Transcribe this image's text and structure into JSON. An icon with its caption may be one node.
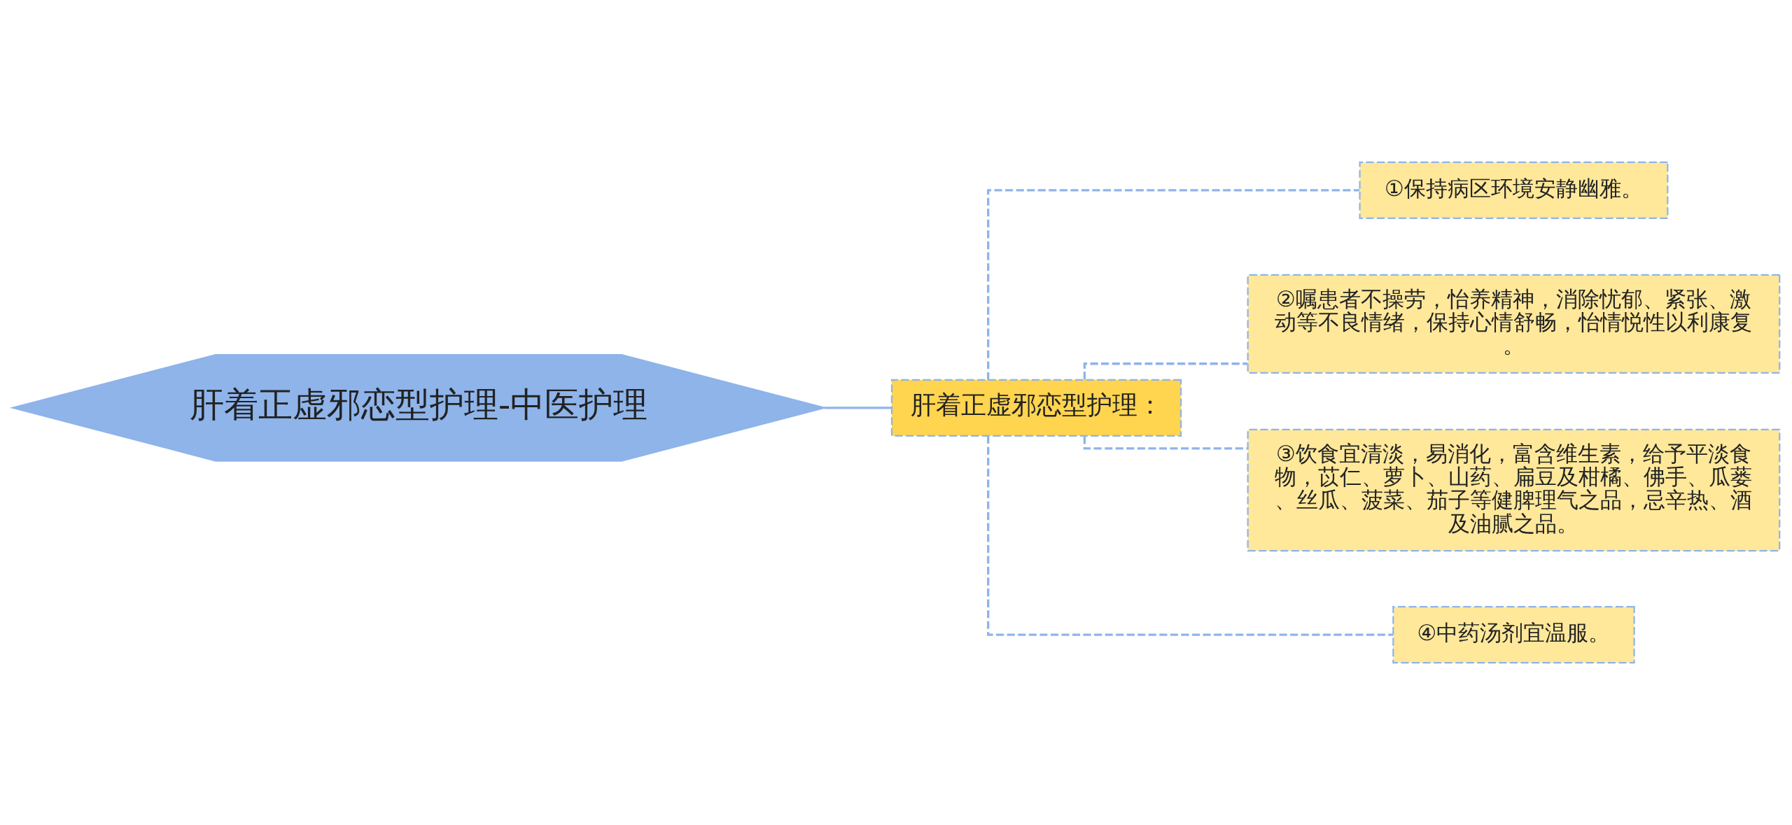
{
  "diagram": {
    "nodes": [
      {
        "text": [
          "肝着正虚邪恋型护理-中医护理"
        ]
      },
      {
        "text": [
          "肝着正虚邪恋型护理："
        ]
      },
      {
        "text": [
          "①保持病区环境安静幽雅。"
        ]
      },
      {
        "text": [
          "②嘱患者不操劳，怡养精神，消除忧郁、紧张、激动等不良情绪，保持心情舒畅，怡情悦性以利康复。"
        ]
      },
      {
        "text": [
          "③饮食宜清淡，易消化，富含维生素，给予平淡食物，苡仁、萝卜、山药、扁豆及柑橘、佛手、瓜蒌、丝瓜、菠菜、茄子等健脾理气之品，忌辛热、酒及油腻之品。"
        ]
      },
      {
        "text": [
          "④中药汤剂宜温服。"
        ]
      }
    ],
    "edges": [
      {
        "from": 0,
        "to": 1,
        "arrow": "none"
      },
      {
        "from": 1,
        "to": 2,
        "arrow": "none",
        "style": "dashed"
      },
      {
        "from": 1,
        "to": 3,
        "arrow": "none",
        "style": "dashed"
      },
      {
        "from": 1,
        "to": 4,
        "arrow": "none",
        "style": "dashed"
      },
      {
        "from": 1,
        "to": 5,
        "arrow": "none",
        "style": "dashed"
      }
    ]
  }
}
